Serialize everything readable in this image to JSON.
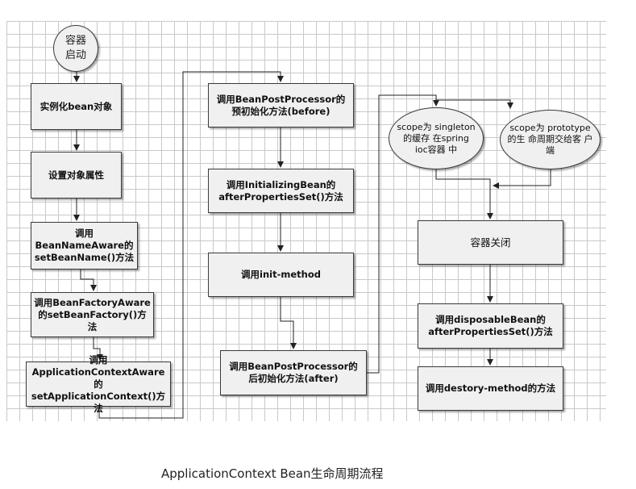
{
  "diagram": {
    "start": {
      "line1": "容器",
      "line2": "启动"
    },
    "left_column": [
      {
        "lines": [
          "实例化bean对象"
        ]
      },
      {
        "lines": [
          "设置对象属性"
        ]
      },
      {
        "lines": [
          "调用",
          "BeanNameAware的",
          "setBeanName()方法"
        ]
      },
      {
        "lines": [
          "调用BeanFactoryAware",
          "的setBeanFactory()方",
          "法"
        ]
      },
      {
        "lines": [
          "调用",
          "ApplicationContextAware的",
          "setApplicationContext()方法"
        ]
      }
    ],
    "middle_column": [
      {
        "lines": [
          "调用BeanPostProcessor的",
          "预初始化方法(before)"
        ]
      },
      {
        "lines": [
          "调用InitializingBean的",
          "afterPropertiesSet()方法"
        ]
      },
      {
        "lines": [
          "调用init-method"
        ]
      },
      {
        "lines": [
          "调用BeanPostProcessor的",
          "后初始化方法(after)"
        ]
      }
    ],
    "scope_singleton": {
      "lines": [
        "scope为",
        "singleton的缓存",
        "在spring ioc容器",
        "中"
      ]
    },
    "scope_prototype": {
      "lines": [
        "scope为",
        "prototype的生",
        "命周期交给客",
        "户端"
      ]
    },
    "right_column": [
      {
        "lines": [
          "容器关闭"
        ]
      },
      {
        "lines": [
          "调用disposableBean的",
          "afterPropertiesSet()方法"
        ]
      },
      {
        "lines": [
          "调用destory-method的方法"
        ]
      }
    ]
  },
  "caption": "ApplicationContext Bean生命周期流程"
}
